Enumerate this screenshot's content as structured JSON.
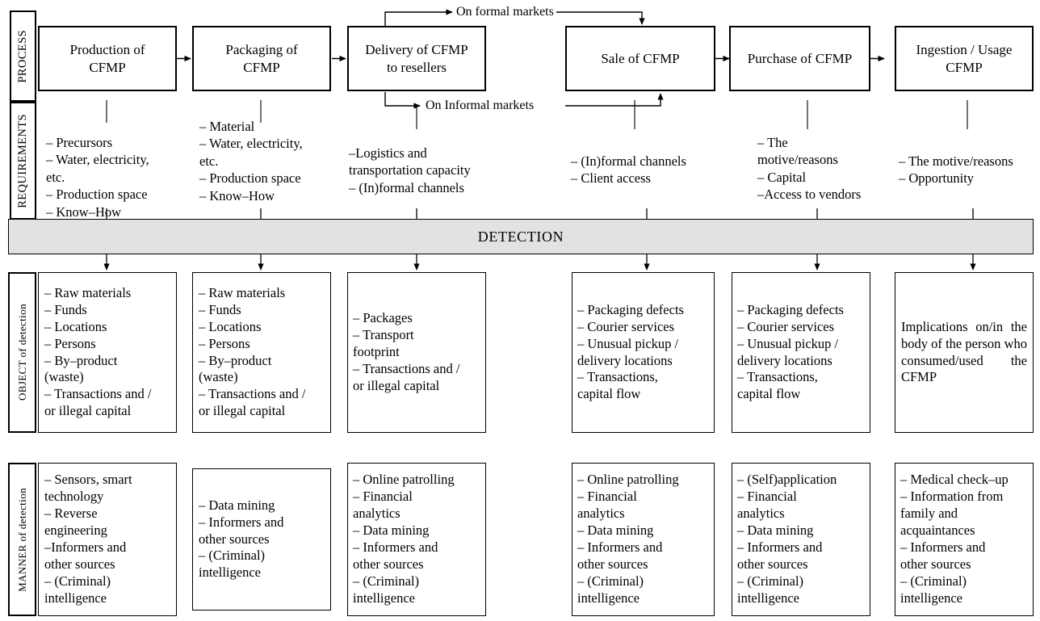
{
  "row_labels": {
    "process": "PROCESS",
    "requirements": "REQUIREMENTS",
    "object": "OBJECT of detection",
    "manner": "MANNER of detection"
  },
  "band": {
    "label": "DETECTION",
    "fill": "#e2e2e2"
  },
  "flow_labels": {
    "formal": "On formal markets",
    "informal": "On Informal markets"
  },
  "process": {
    "boxes": [
      {
        "line1": "Production of",
        "line2": "CFMP"
      },
      {
        "line1": "Packaging of",
        "line2": "CFMP"
      },
      {
        "line1": "Delivery of CFMP",
        "line2": "to resellers"
      },
      {
        "line1": "Sale of CFMP",
        "line2": ""
      },
      {
        "line1": "Purchase of CFMP",
        "line2": ""
      },
      {
        "line1": "Ingestion / Usage",
        "line2": "CFMP"
      }
    ]
  },
  "requirements": {
    "columns": [
      "– Precursors\n– Water, electricity,\netc.\n– Production space\n– Know–How",
      "– Material\n– Water, electricity,\netc.\n– Production space\n– Know–How",
      "–Logistics and\ntransportation capacity\n– (In)formal channels",
      "– (In)formal channels\n– Client access",
      "– The\nmotive/reasons\n– Capital\n–Access to vendors",
      "– The motive/reasons\n– Opportunity"
    ]
  },
  "object": {
    "columns": [
      "– Raw materials\n– Funds\n– Locations\n– Persons\n– By–product\n(waste)\n– Transactions and /\nor illegal capital",
      "– Raw materials\n– Funds\n– Locations\n– Persons\n– By–product\n(waste)\n– Transactions and /\nor illegal capital",
      "– Packages\n– Transport\nfootprint\n– Transactions and /\nor illegal capital",
      "– Packaging defects\n– Courier services\n– Unusual pickup /\ndelivery locations\n– Transactions,\ncapital flow",
      "– Packaging defects\n– Courier services\n– Unusual pickup /\ndelivery locations\n– Transactions,\ncapital flow",
      "Implications on/in the body of the person who consumed/used the CFMP"
    ]
  },
  "manner": {
    "columns": [
      "– Sensors, smart\ntechnology\n– Reverse\nengineering\n–Informers and\nother sources\n– (Criminal)\nintelligence",
      "– Data mining\n– Informers and\nother sources\n– (Criminal)\nintelligence",
      "– Online patrolling\n– Financial\nanalytics\n– Data mining\n– Informers and\nother sources\n– (Criminal)\nintelligence",
      "– Online patrolling\n– Financial\nanalytics\n– Data mining\n– Informers and\nother sources\n– (Criminal)\nintelligence",
      "– (Self)application\n– Financial\nanalytics\n– Data mining\n– Informers and\nother sources\n– (Criminal)\nintelligence",
      "– Medical check–up\n– Information from\nfamily and\nacquaintances\n– Informers and\nother sources\n– (Criminal)\nintelligence"
    ]
  }
}
